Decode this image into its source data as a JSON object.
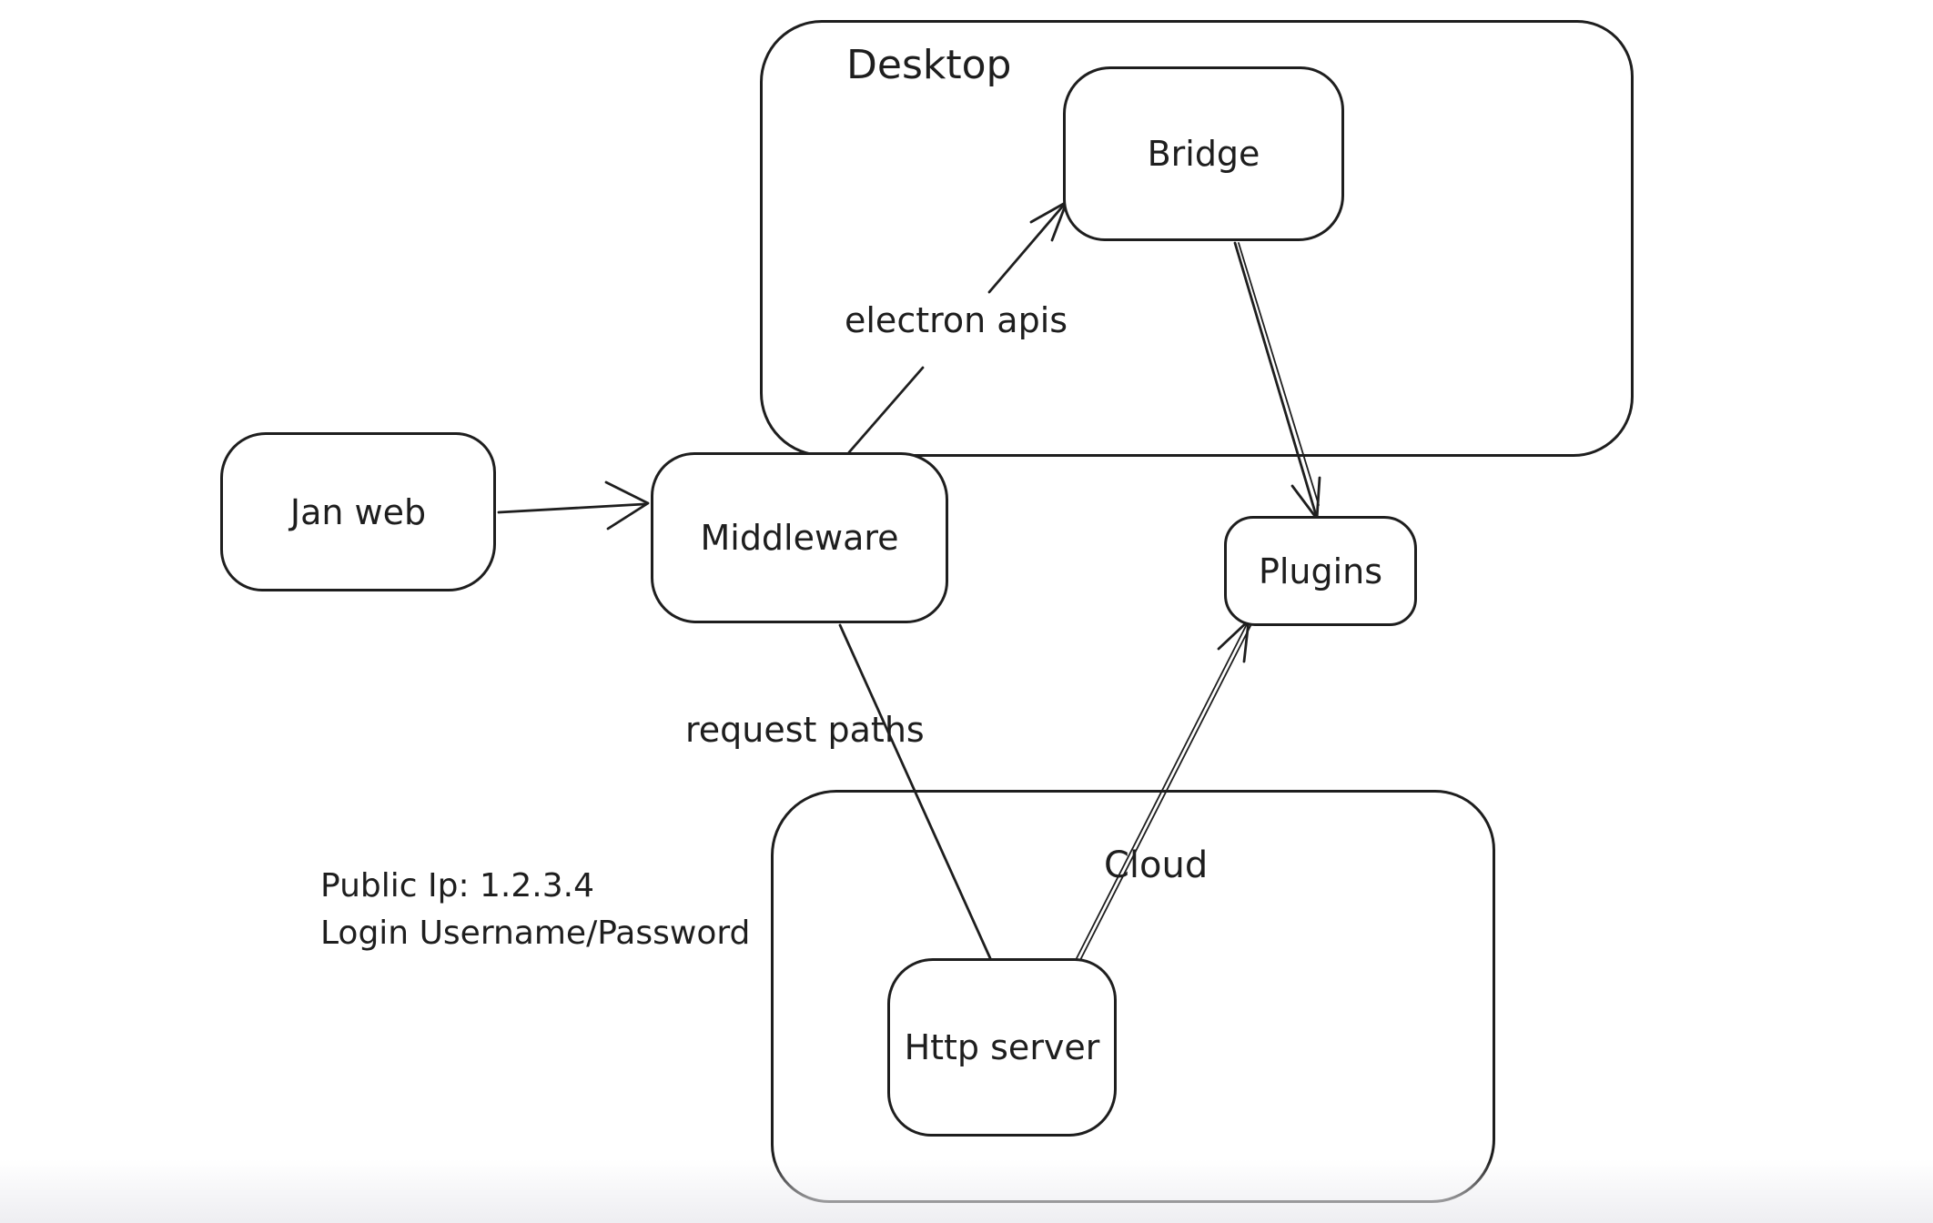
{
  "diagram": {
    "stroke_color": "#1e1e1e",
    "background_color": "#ffffff",
    "containers": [
      {
        "id": "desktop",
        "label": "Desktop"
      },
      {
        "id": "cloud",
        "label": "Cloud"
      }
    ],
    "nodes": [
      {
        "id": "jan-web",
        "label": "Jan web"
      },
      {
        "id": "middleware",
        "label": "Middleware"
      },
      {
        "id": "bridge",
        "label": "Bridge"
      },
      {
        "id": "plugins",
        "label": "Plugins"
      },
      {
        "id": "http-server",
        "label": "Http server"
      }
    ],
    "edges": [
      {
        "id": "janweb-to-middleware",
        "from": "Jan web",
        "to": "Middleware",
        "label": ""
      },
      {
        "id": "middleware-to-bridge",
        "from": "Middleware",
        "to": "Bridge",
        "label": "electron apis"
      },
      {
        "id": "bridge-to-plugins",
        "from": "Bridge",
        "to": "Plugins",
        "label": ""
      },
      {
        "id": "middleware-to-httpserver",
        "from": "Middleware",
        "to": "Http server",
        "label": "request paths"
      },
      {
        "id": "httpserver-to-plugins",
        "from": "Http server",
        "to": "Plugins",
        "label": ""
      }
    ],
    "annotations": {
      "line1": "Public Ip: 1.2.3.4",
      "line2": "Login Username/Password"
    }
  }
}
